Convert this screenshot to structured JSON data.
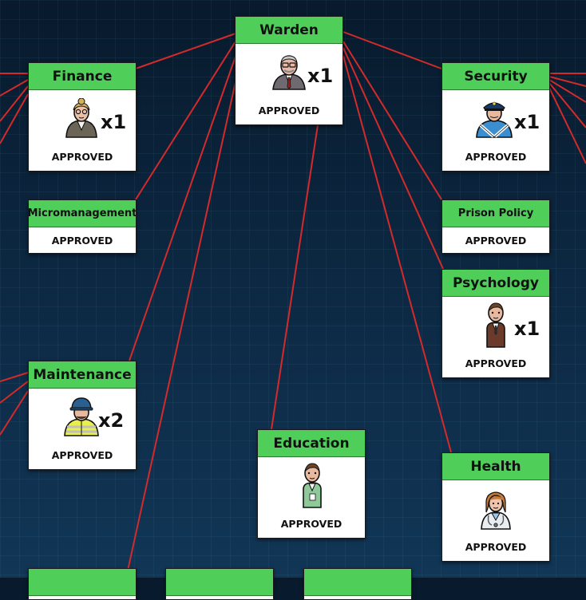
{
  "departments": {
    "warden": {
      "title": "Warden",
      "count": "x1",
      "status": "APPROVED",
      "portrait": "warden-portrait-icon"
    },
    "finance": {
      "title": "Finance",
      "count": "x1",
      "status": "APPROVED",
      "portrait": "accountant-portrait-icon"
    },
    "security": {
      "title": "Security",
      "count": "x1",
      "status": "APPROVED",
      "portrait": "chief-guard-portrait-icon"
    },
    "micromanagement": {
      "title": "Micromanagement",
      "status": "APPROVED"
    },
    "prison_policy": {
      "title": "Prison Policy",
      "status": "APPROVED"
    },
    "psychology": {
      "title": "Psychology",
      "count": "x1",
      "status": "APPROVED",
      "portrait": "psychologist-portrait-icon"
    },
    "maintenance": {
      "title": "Maintenance",
      "count": "x2",
      "status": "APPROVED",
      "portrait": "foreman-portrait-icon"
    },
    "education": {
      "title": "Education",
      "status": "APPROVED",
      "portrait": "teacher-portrait-icon"
    },
    "health": {
      "title": "Health",
      "status": "APPROVED",
      "portrait": "doctor-portrait-icon"
    }
  },
  "colors": {
    "connector": "#d42a2a",
    "header": "#4fce5a",
    "background": "#0d2a45"
  }
}
